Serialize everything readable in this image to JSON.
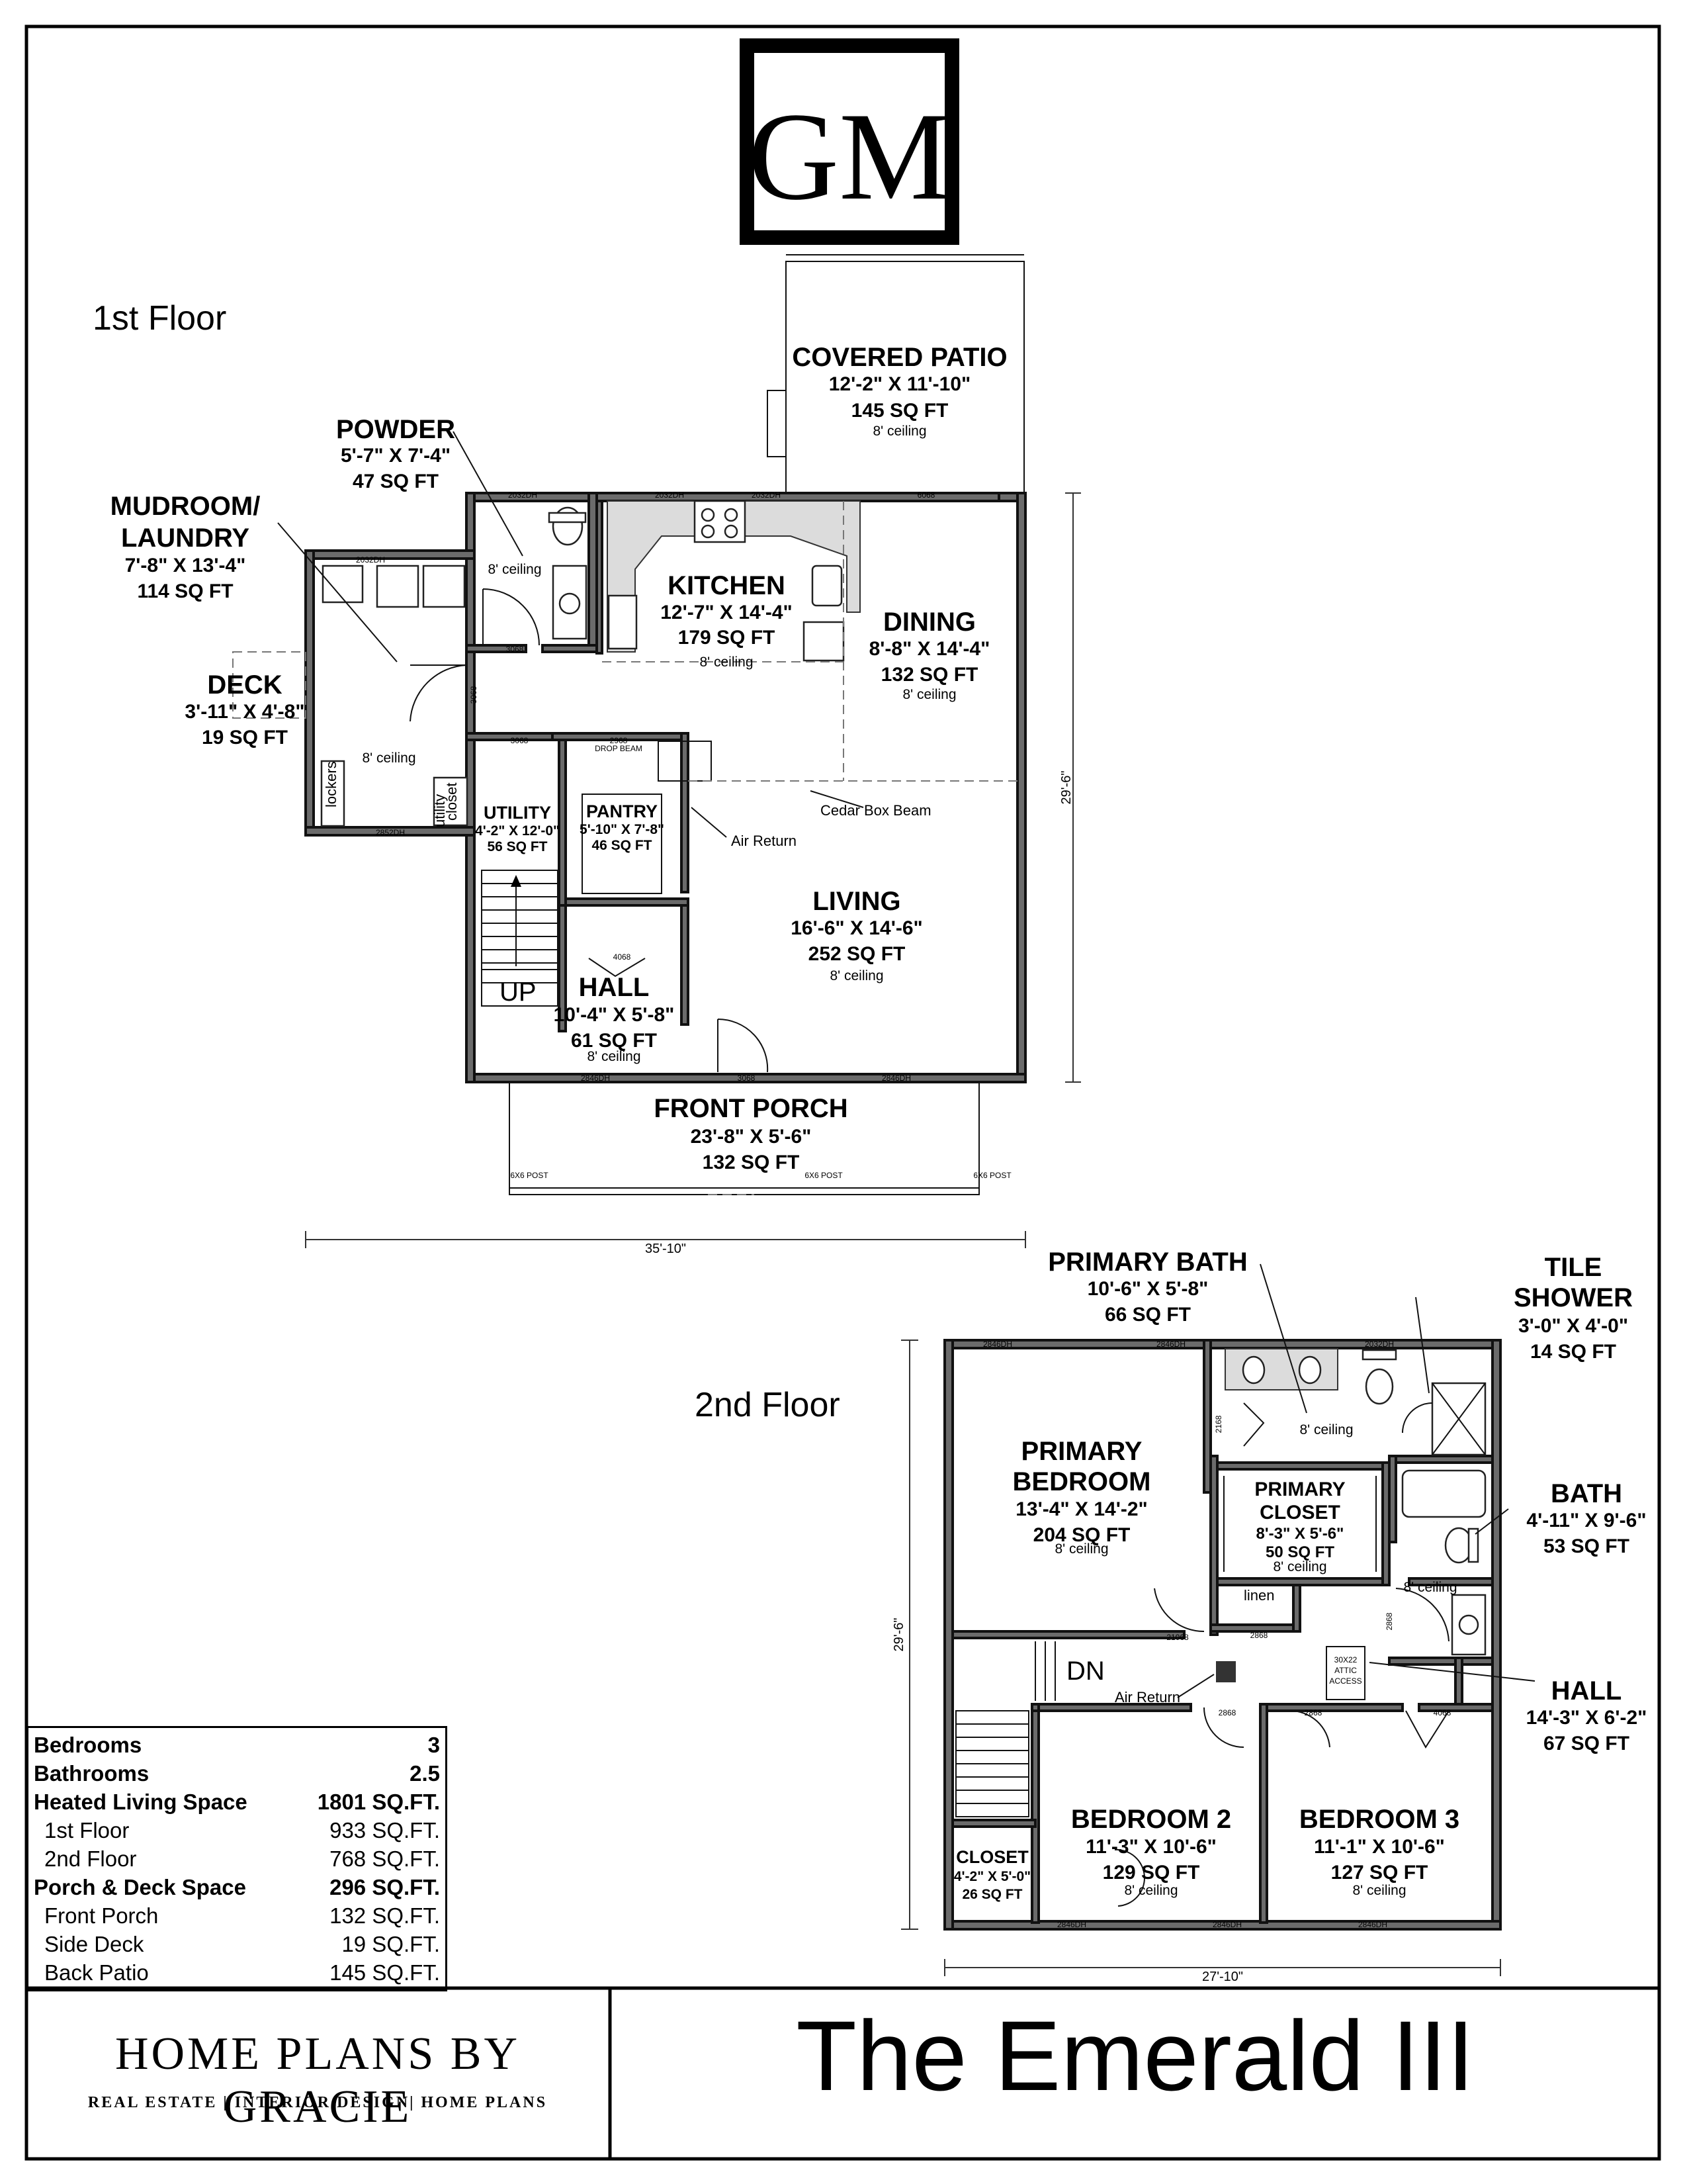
{
  "logo": {
    "letters": "GM"
  },
  "floors": {
    "first": "1st Floor",
    "second": "2nd Floor"
  },
  "rooms": {
    "covered_patio": {
      "name": "COVERED PATIO",
      "dims": "12'-2\" X 11'-10\"",
      "area": "145 SQ FT",
      "ceiling": "8' ceiling"
    },
    "powder": {
      "name": "POWDER",
      "dims": "5'-7\" X 7'-4\"",
      "area": "47 SQ FT",
      "ceiling": "8' ceiling"
    },
    "mudroom": {
      "name1": "MUDROOM/",
      "name2": "LAUNDRY",
      "dims": "7'-8\" X 13'-4\"",
      "area": "114 SQ FT",
      "ceiling": "8' ceiling"
    },
    "kitchen": {
      "name": "KITCHEN",
      "dims": "12'-7\" X 14'-4\"",
      "area": "179 SQ FT",
      "ceiling": "8' ceiling"
    },
    "dining": {
      "name": "DINING",
      "dims": "8'-8\" X 14'-4\"",
      "area": "132 SQ FT",
      "ceiling": "8' ceiling"
    },
    "deck": {
      "name": "DECK",
      "dims": "3'-11\" X 4'-8\"",
      "area": "19 SQ FT"
    },
    "utility": {
      "name": "UTILITY",
      "dims": "4'-2\" X 12'-0\"",
      "area": "56 SQ FT"
    },
    "pantry": {
      "name": "PANTRY",
      "dims": "5'-10\" X 7'-8\"",
      "area": "46 SQ FT"
    },
    "living": {
      "name": "LIVING",
      "dims": "16'-6\" X 14'-6\"",
      "area": "252 SQ FT",
      "ceiling": "8' ceiling"
    },
    "hall1": {
      "name": "HALL",
      "dims": "10'-4\" X 5'-8\"",
      "area": "61 SQ FT",
      "ceiling": "8' ceiling"
    },
    "front_porch": {
      "name": "FRONT PORCH",
      "dims": "23'-8\" X 5'-6\"",
      "area": "132 SQ FT"
    },
    "primary_bath": {
      "name": "PRIMARY BATH",
      "dims": "10'-6\" X 5'-8\"",
      "area": "66 SQ FT",
      "ceiling": "8' ceiling"
    },
    "tile_shower": {
      "name1": "TILE",
      "name2": "SHOWER",
      "dims": "3'-0\" X 4'-0\"",
      "area": "14 SQ FT"
    },
    "primary_bedroom": {
      "name1": "PRIMARY",
      "name2": "BEDROOM",
      "dims": "13'-4\" X 14'-2\"",
      "area": "204 SQ FT",
      "ceiling": "8' ceiling"
    },
    "primary_closet": {
      "name1": "PRIMARY",
      "name2": "CLOSET",
      "dims": "8'-3\" X 5'-6\"",
      "area": "50 SQ FT",
      "ceiling": "8' ceiling"
    },
    "bath": {
      "name": "BATH",
      "dims": "4'-11\" X 9'-6\"",
      "area": "53 SQ FT",
      "ceiling": "8' ceiling"
    },
    "hall2": {
      "name": "HALL",
      "dims": "14'-3\" X 6'-2\"",
      "area": "67 SQ FT"
    },
    "bedroom2": {
      "name": "BEDROOM 2",
      "dims": "11'-3\" X 10'-6\"",
      "area": "129 SQ FT",
      "ceiling": "8' ceiling"
    },
    "bedroom3": {
      "name": "BEDROOM 3",
      "dims": "11'-1\" X 10'-6\"",
      "area": "127 SQ FT",
      "ceiling": "8' ceiling"
    },
    "closet": {
      "name": "CLOSET",
      "dims": "4'-2\" X 5'-0\"",
      "area": "26 SQ FT"
    }
  },
  "notes": {
    "lockers": "lockers",
    "utility_closet1": "utility",
    "utility_closet2": "closet",
    "cedar_beam": "Cedar Box Beam",
    "air_return": "Air Return",
    "air_return2": "Air Return",
    "up": "UP",
    "dn": "DN",
    "linen": "linen",
    "attic1": "30X22",
    "attic2": "ATTIC",
    "attic3": "ACCESS",
    "drop_beam": "DROP BEAM"
  },
  "dimensions": {
    "first_width": "35'-10\"",
    "first_depth": "29'-6\"",
    "second_width": "27'-10\"",
    "second_depth": "29'-6\""
  },
  "tags": {
    "w2032a": "2032DH",
    "w2032b": "2032DH",
    "w2032c": "2032DH",
    "w2032d": "2032DH",
    "w6068": "6068",
    "w2852a": "2852DH",
    "w2852b": "2852DH",
    "d3068a": "3068",
    "d3068b": "3068",
    "d3068c": "3068",
    "d3068d": "3068",
    "d2968": "2968",
    "d4068": "4068",
    "w2846a": "2846DH",
    "w2846b": "2846DH",
    "post1": "6X6 POST",
    "post2": "6X6 POST",
    "post3": "6X6 POST",
    "w2846c": "2846DH",
    "w2846d": "2846DH",
    "w2032e": "2032DH",
    "d2168": "2168",
    "d21068": "21068",
    "d2868a": "2868",
    "d2868b": "2868",
    "d2868c": "2868",
    "d2868d": "2868",
    "d4068b": "4068",
    "w2846e": "2846DH",
    "w2846f": "2846DH",
    "w2846g": "2846DH"
  },
  "stats": {
    "bedrooms_label": "Bedrooms",
    "bedrooms_value": "3",
    "bathrooms_label": "Bathrooms",
    "bathrooms_value": "2.5",
    "heated_label": "Heated Living Space",
    "heated_value": "1801 SQ.FT.",
    "first_label": "1st Floor",
    "first_value": "933 SQ.FT.",
    "second_label": "2nd Floor",
    "second_value": "768 SQ.FT.",
    "porch_label": "Porch & Deck Space",
    "porch_value": "296 SQ.FT.",
    "front_label": "Front Porch",
    "front_value": "132 SQ.FT.",
    "side_label": "Side Deck",
    "side_value": "19 SQ.FT.",
    "back_label": "Back Patio",
    "back_value": "145 SQ.FT."
  },
  "brand": {
    "name": "HOME PLANS BY GRACIE",
    "tagline": "REAL ESTATE | INTERIOR DESIGN| HOME PLANS"
  },
  "title": "The Emerald III"
}
